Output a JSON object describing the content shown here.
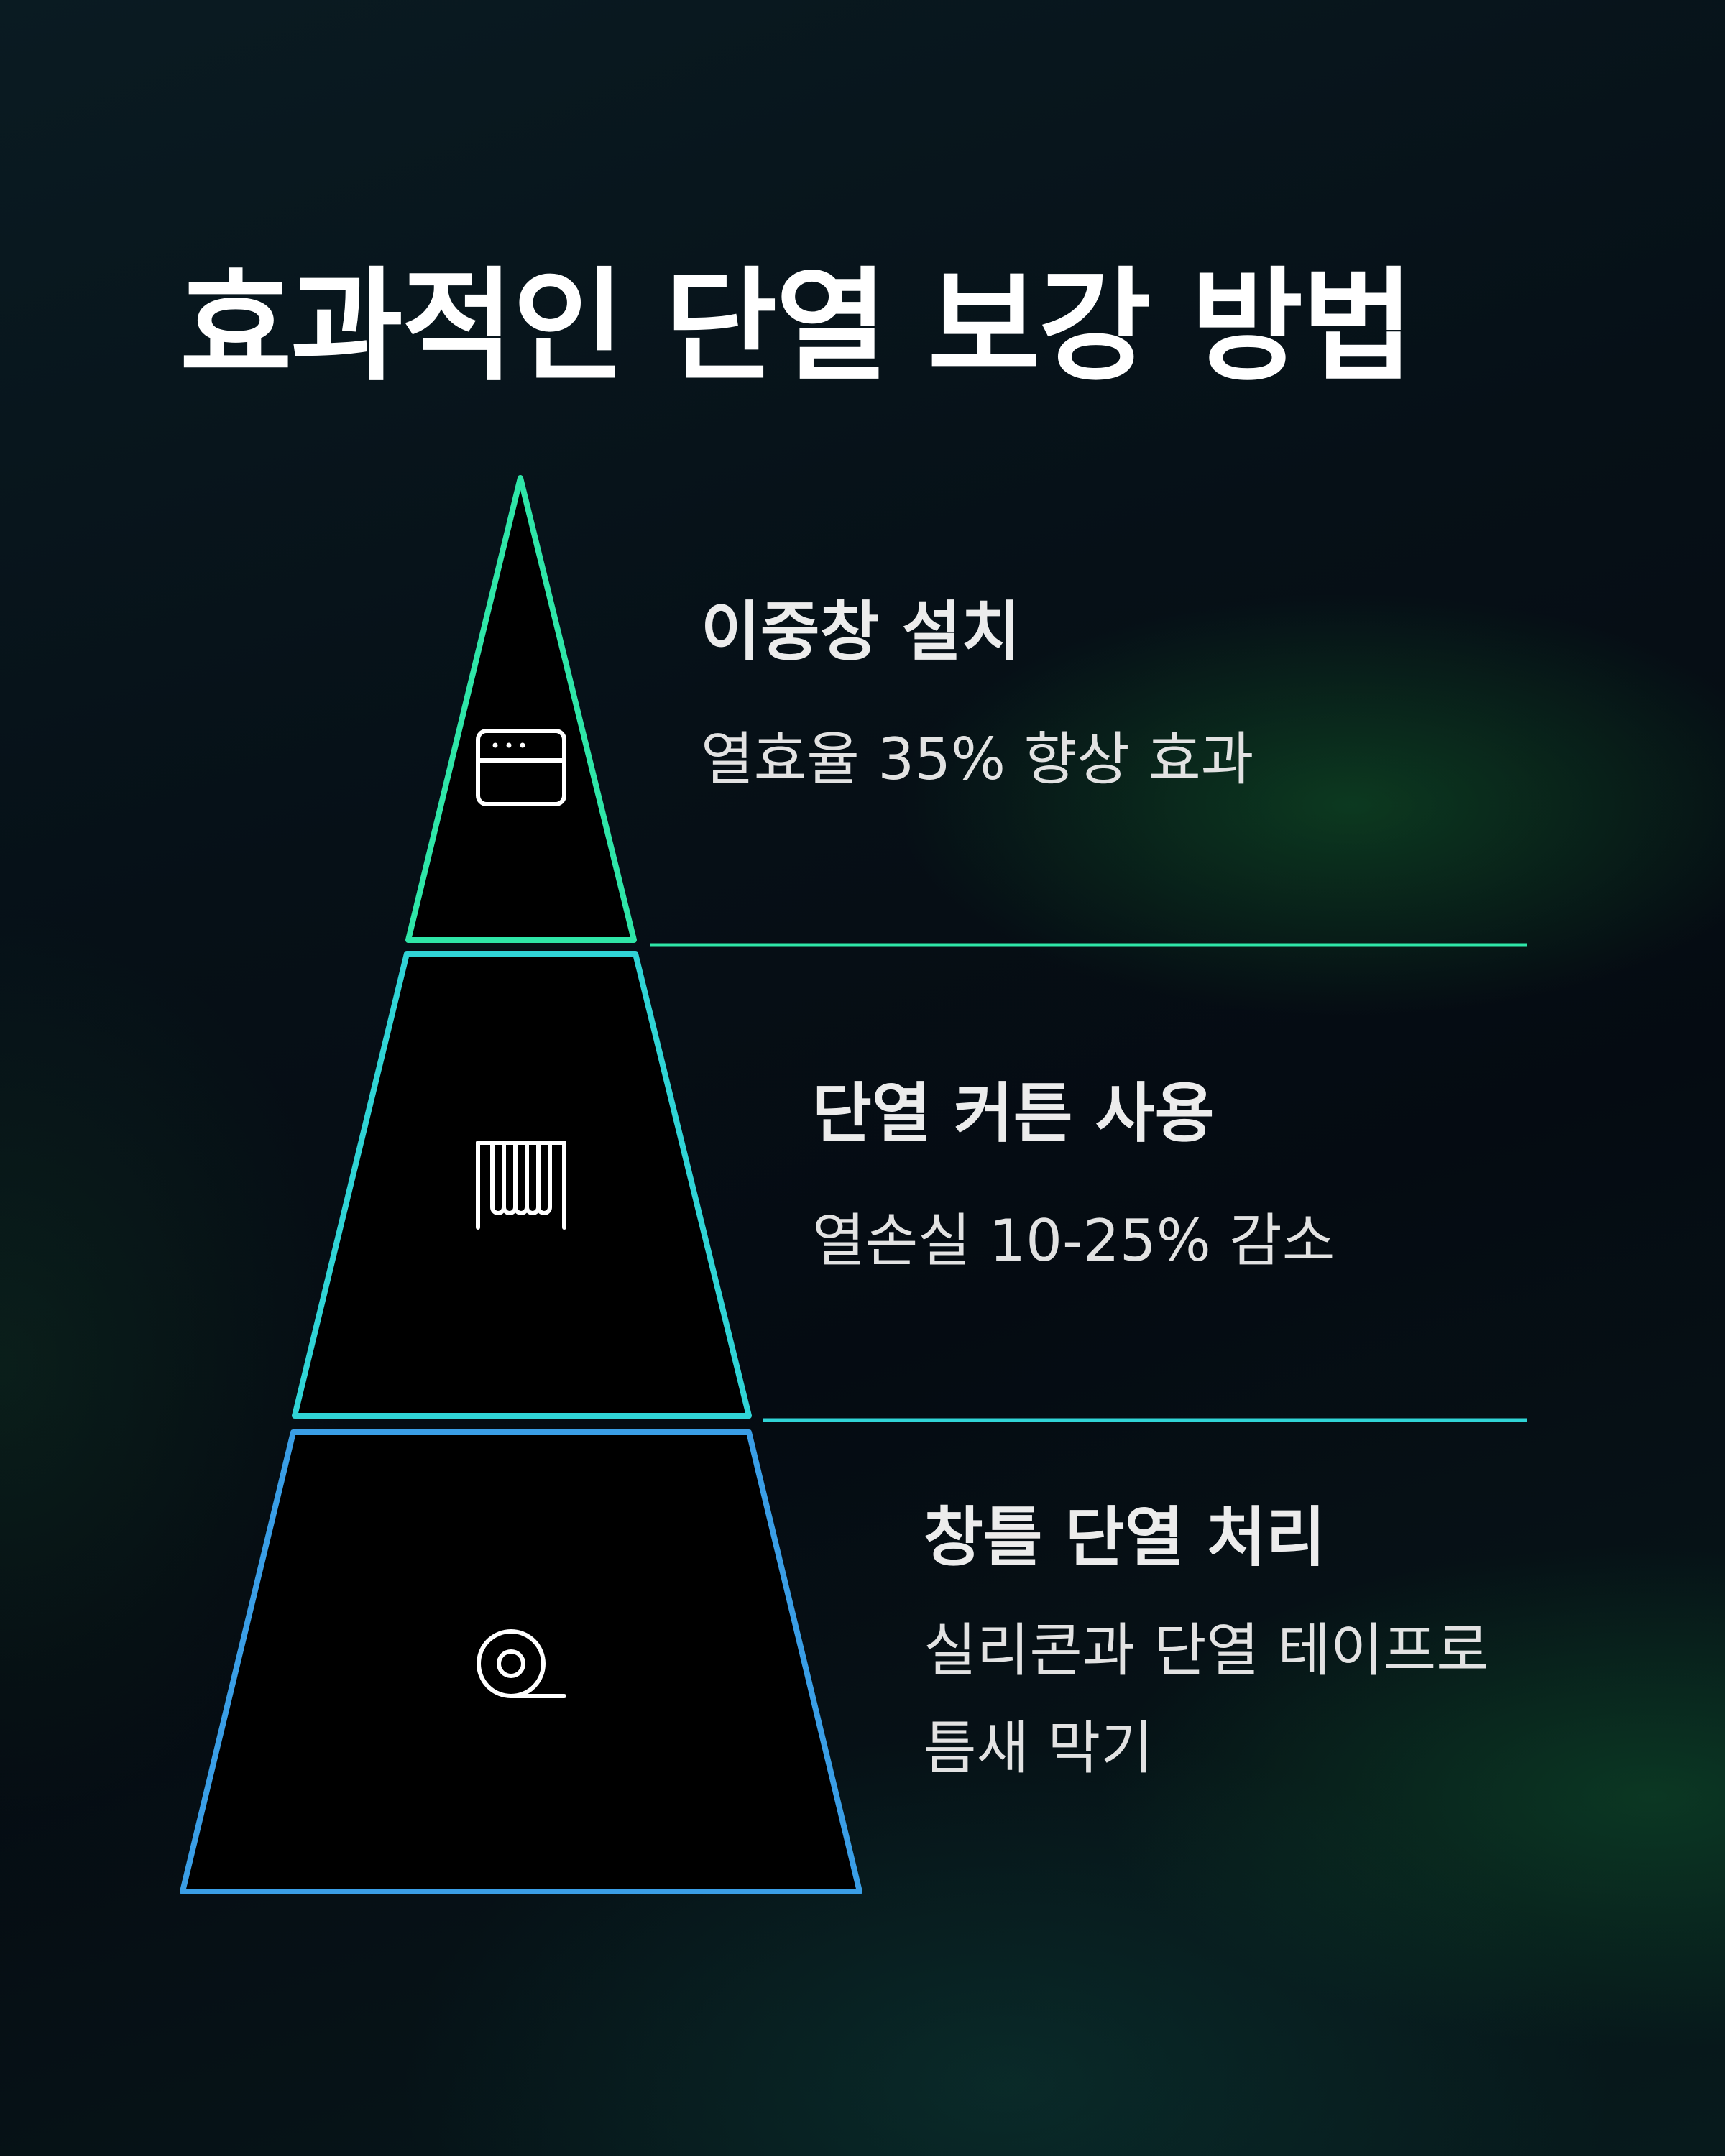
{
  "title": "효과적인 단열 보강 방법",
  "levels": [
    {
      "heading": "이중창 설치",
      "description": "열효율 35% 향상 효과",
      "icon": "window-icon",
      "color": "#2fe6a8"
    },
    {
      "heading": "단열 커튼 사용",
      "description": "열손실 10-25% 감소",
      "icon": "radiator-icon",
      "color": "#30d4d6"
    },
    {
      "heading": "창틀 단열 처리",
      "description": "실리콘과 단열 테이프로 틈새 막기",
      "icon": "tape-roll-icon",
      "color": "#3a9ee6"
    }
  ]
}
